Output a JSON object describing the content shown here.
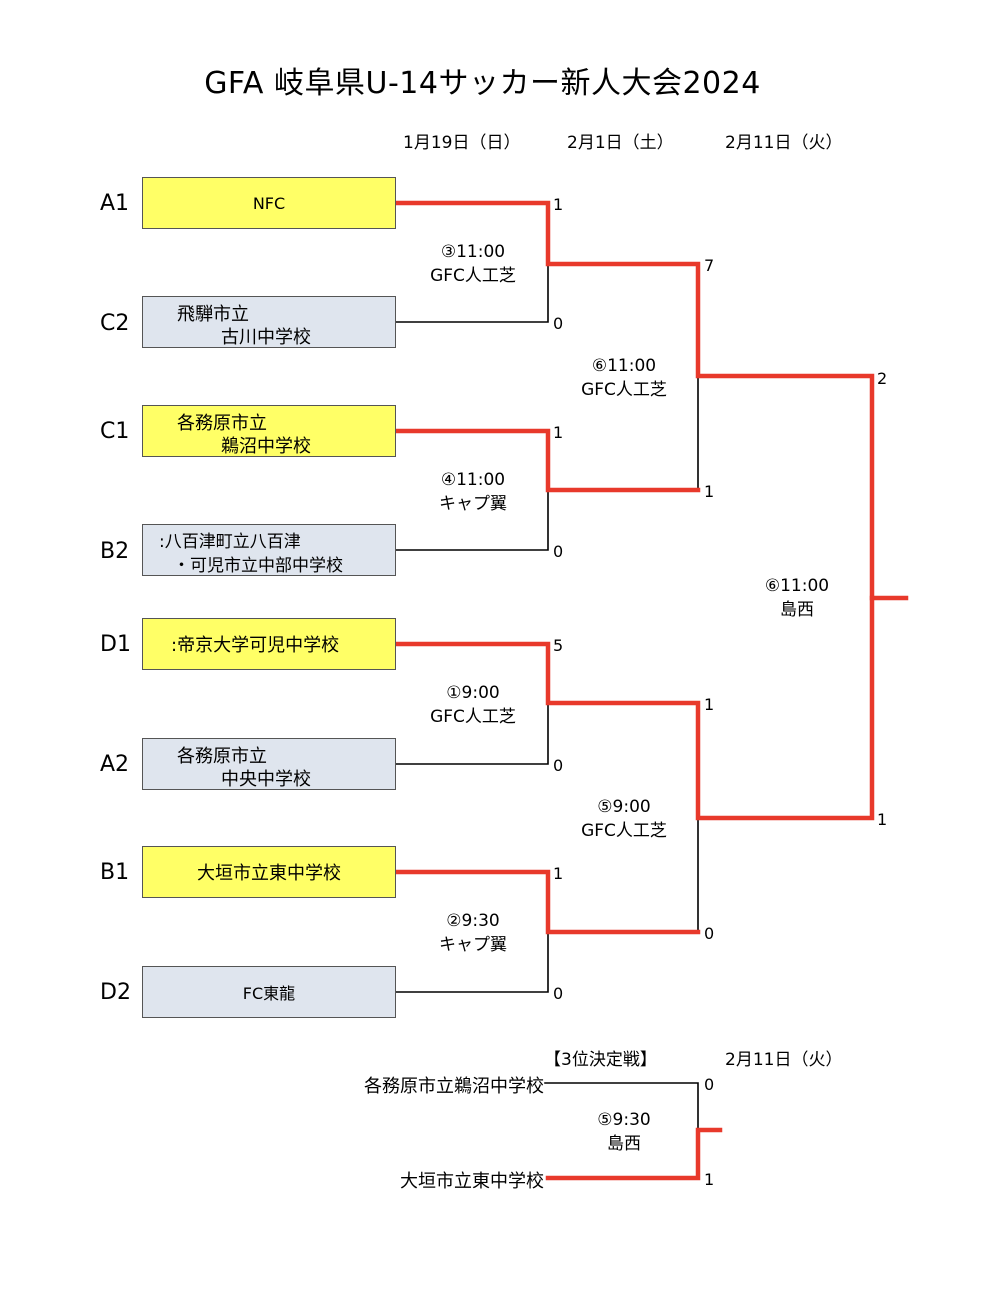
{
  "title": "GFA 岐阜県U-14サッカー新人大会2024",
  "dates": [
    "1月19日（日）",
    "2月1日（土）",
    "2月11日（火）"
  ],
  "colors": {
    "winner_line": "#e8392b",
    "loser_line": "#000000",
    "winner_box": "#ffff66",
    "loser_box": "#dfe5ee"
  },
  "teams": [
    {
      "seed": "A1",
      "name": "NFC",
      "result": "win"
    },
    {
      "seed": "C2",
      "line1": "飛騨市立",
      "line2": "古川中学校",
      "result": "lose"
    },
    {
      "seed": "C1",
      "line1": "各務原市立",
      "line2": "鵜沼中学校",
      "result": "win"
    },
    {
      "seed": "B2",
      "line1": ":八百津町立八百津",
      "line2": "・可児市立中部中学校",
      "result": "lose"
    },
    {
      "seed": "D1",
      "name": ":帝京大学可児中学校",
      "result": "win"
    },
    {
      "seed": "A2",
      "line1": "各務原市立",
      "line2": "中央中学校",
      "result": "lose"
    },
    {
      "seed": "B1",
      "name": "大垣市立東中学校",
      "result": "win"
    },
    {
      "seed": "D2",
      "name": "FC東龍",
      "result": "lose"
    }
  ],
  "round1": [
    {
      "label": "③11:00",
      "venue": "GFC人工芝",
      "scores": [
        "1",
        "0"
      ]
    },
    {
      "label": "④11:00",
      "venue": "キャプ翼",
      "scores": [
        "1",
        "0"
      ]
    },
    {
      "label": "①9:00",
      "venue": "GFC人工芝",
      "scores": [
        "5",
        "0"
      ]
    },
    {
      "label": "②9:30",
      "venue": "キャプ翼",
      "scores": [
        "1",
        "0"
      ]
    }
  ],
  "semis": [
    {
      "label": "⑥11:00",
      "venue": "GFC人工芝",
      "scores": [
        "7",
        "1"
      ]
    },
    {
      "label": "⑤9:00",
      "venue": "GFC人工芝",
      "scores": [
        "1",
        "0"
      ]
    }
  ],
  "final": {
    "label": "⑥11:00",
    "venue": "島西",
    "scores": [
      "2",
      "1"
    ]
  },
  "third_place": {
    "heading": "【3位決定戦】",
    "date": "2月11日（火）",
    "team_top": "各務原市立鵜沼中学校",
    "team_bottom": "大垣市立東中学校",
    "label": "⑤9:30",
    "venue": "島西",
    "scores": [
      "0",
      "1"
    ]
  }
}
